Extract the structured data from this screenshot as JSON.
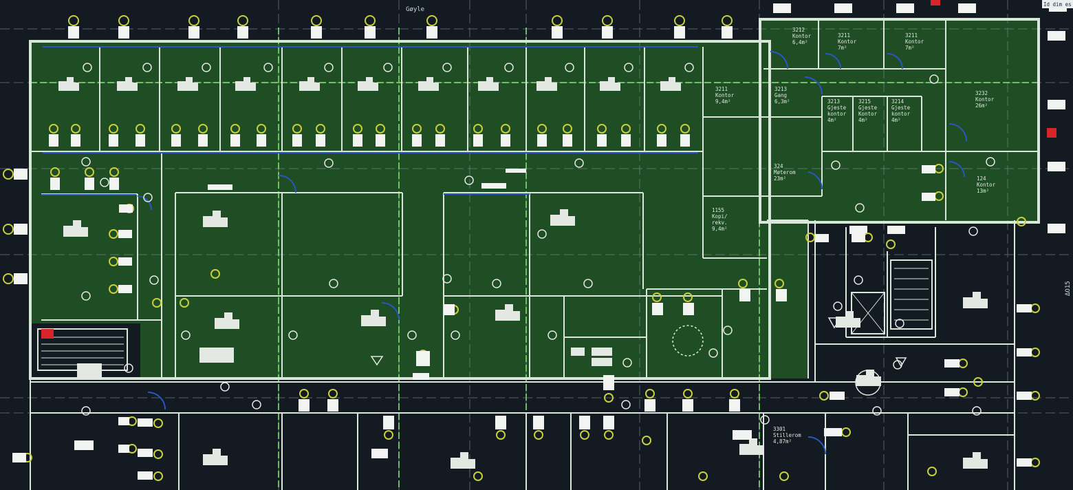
{
  "colors": {
    "background": "#141a22",
    "zone_fill": "#1f4d24",
    "wall": "#d9e6d9",
    "grid": "#8f9aa3",
    "highlight_grid": "#7fdc6e",
    "door": "#2a56c4",
    "fixture_ring": "#c8cf3a",
    "alarm": "#d6262a"
  },
  "plan": {
    "top_label": "Gøyle",
    "corner_label": "Id dim es",
    "side_label": "ΔΟ15",
    "rooms": [
      {
        "id": "r3212",
        "name": "3212\nKontor\n6,4m²"
      },
      {
        "id": "r3211a",
        "name": "3211\nKontor\n7m²"
      },
      {
        "id": "r3211b",
        "name": "3211\nKontor\n7m²"
      },
      {
        "id": "r3211",
        "name": "3211\nKontor\n9,4m²"
      },
      {
        "id": "r3213",
        "name": "3213\nGang\n6,3m²"
      },
      {
        "id": "r3213b",
        "name": "3213\nGjeste\nkontor\n4m²"
      },
      {
        "id": "r3215",
        "name": "3215\nGjeste\nKontor\n4m²"
      },
      {
        "id": "r3214",
        "name": "3214\nGjeste\nkontor\n4m²"
      },
      {
        "id": "r3232",
        "name": "3232\nKontor\n26m²"
      },
      {
        "id": "r324",
        "name": "324\nMøterom\n23m²"
      },
      {
        "id": "r124",
        "name": "124\nKontor\n13m²"
      },
      {
        "id": "r1155",
        "name": "1155\nKopi/\nrekv.\n9,4m²"
      },
      {
        "id": "r3301",
        "name": "3301\nStillerom\n4,87m²"
      }
    ]
  }
}
